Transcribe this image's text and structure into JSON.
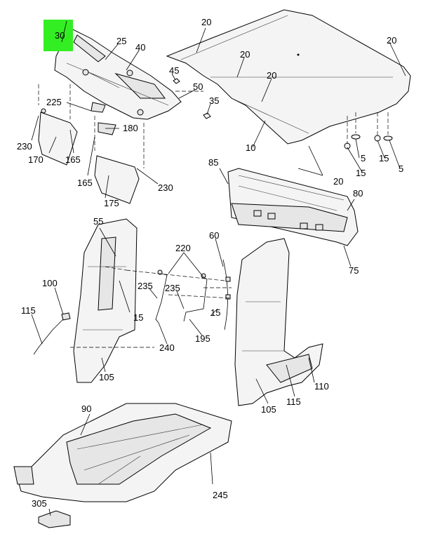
{
  "highlight_color": "#33ee22",
  "callouts": [
    {
      "id": "c30",
      "text": "30"
    },
    {
      "id": "c25",
      "text": "25"
    },
    {
      "id": "c40",
      "text": "40"
    },
    {
      "id": "c45",
      "text": "45"
    },
    {
      "id": "c50",
      "text": "50"
    },
    {
      "id": "c35",
      "text": "35"
    },
    {
      "id": "c225",
      "text": "225"
    },
    {
      "id": "c180",
      "text": "180"
    },
    {
      "id": "c230a",
      "text": "230"
    },
    {
      "id": "c170",
      "text": "170"
    },
    {
      "id": "c165a",
      "text": "165"
    },
    {
      "id": "c165b",
      "text": "165"
    },
    {
      "id": "c175",
      "text": "175"
    },
    {
      "id": "c230b",
      "text": "230"
    },
    {
      "id": "c20a",
      "text": "20"
    },
    {
      "id": "c20b",
      "text": "20"
    },
    {
      "id": "c20c",
      "text": "20"
    },
    {
      "id": "c20d",
      "text": "20"
    },
    {
      "id": "c20e",
      "text": "20"
    },
    {
      "id": "c10",
      "text": "10"
    },
    {
      "id": "c5a",
      "text": "5"
    },
    {
      "id": "c5b",
      "text": "5"
    },
    {
      "id": "c15a",
      "text": "15"
    },
    {
      "id": "c15b",
      "text": "15"
    },
    {
      "id": "c85",
      "text": "85"
    },
    {
      "id": "c80",
      "text": "80"
    },
    {
      "id": "c75",
      "text": "75"
    },
    {
      "id": "c55",
      "text": "55"
    },
    {
      "id": "c220",
      "text": "220"
    },
    {
      "id": "c60",
      "text": "60"
    },
    {
      "id": "c100",
      "text": "100"
    },
    {
      "id": "c235a",
      "text": "235"
    },
    {
      "id": "c235b",
      "text": "235"
    },
    {
      "id": "c15c",
      "text": "15"
    },
    {
      "id": "c15d",
      "text": "15"
    },
    {
      "id": "c115a",
      "text": "115"
    },
    {
      "id": "c240",
      "text": "240"
    },
    {
      "id": "c195",
      "text": "195"
    },
    {
      "id": "c105a",
      "text": "105"
    },
    {
      "id": "c105b",
      "text": "105"
    },
    {
      "id": "c115b",
      "text": "115"
    },
    {
      "id": "c110",
      "text": "110"
    },
    {
      "id": "c90",
      "text": "90"
    },
    {
      "id": "c245",
      "text": "245"
    },
    {
      "id": "c305",
      "text": "305"
    }
  ]
}
